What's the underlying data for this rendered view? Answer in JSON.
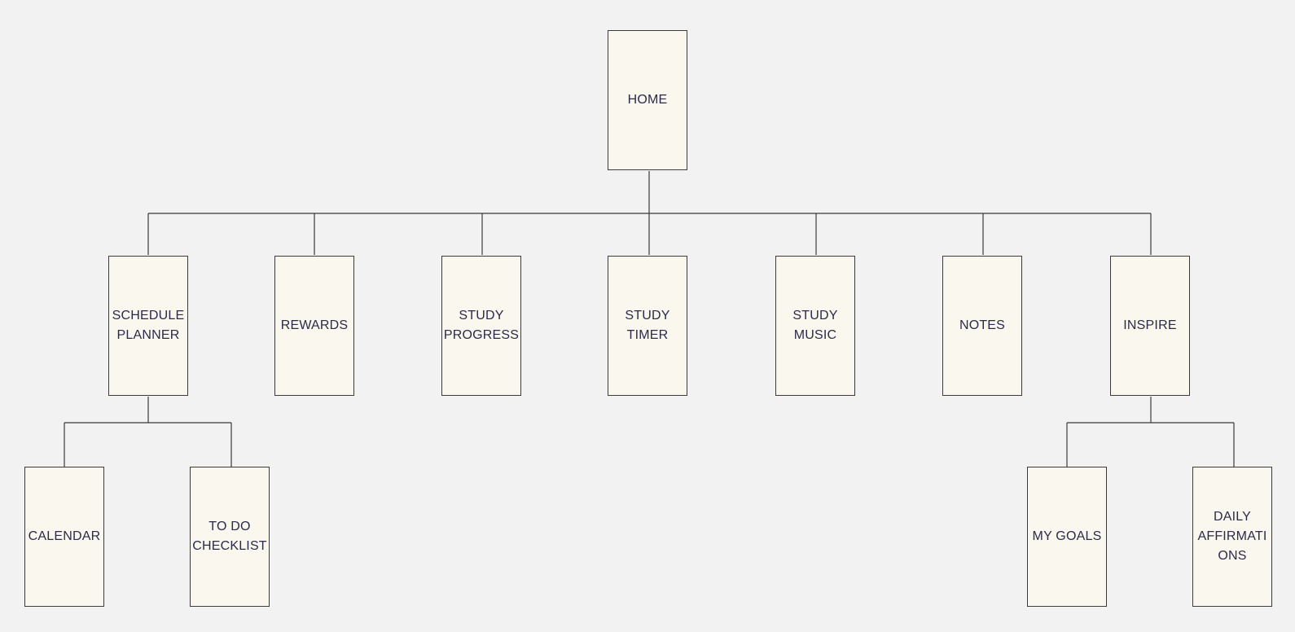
{
  "diagram": {
    "nodes": {
      "home": "HOME",
      "schedule_planner": "SCHEDULE\nPLANNER",
      "rewards": "REWARDS",
      "study_progress": "STUDY\nPROGRESS",
      "study_timer": "STUDY\nTIMER",
      "study_music": "STUDY\nMUSIC",
      "notes": "NOTES",
      "inspire": "INSPIRE",
      "calendar": "CALENDAR",
      "to_do_checklist": "TO DO\nCHECKLIST",
      "my_goals": "MY GOALS",
      "daily_affirmations": "DAILY\nAFFIRMATI\nONS"
    },
    "edges": [
      [
        "home",
        "schedule_planner"
      ],
      [
        "home",
        "rewards"
      ],
      [
        "home",
        "study_progress"
      ],
      [
        "home",
        "study_timer"
      ],
      [
        "home",
        "study_music"
      ],
      [
        "home",
        "notes"
      ],
      [
        "home",
        "inspire"
      ],
      [
        "schedule_planner",
        "calendar"
      ],
      [
        "schedule_planner",
        "to_do_checklist"
      ],
      [
        "inspire",
        "my_goals"
      ],
      [
        "inspire",
        "daily_affirmations"
      ]
    ],
    "colors": {
      "background": "#f2f2f2",
      "node_fill": "#faf7ee",
      "node_border": "#3c3c3c",
      "label_text": "#2c2a4a",
      "connector": "#3a3a3a"
    }
  }
}
